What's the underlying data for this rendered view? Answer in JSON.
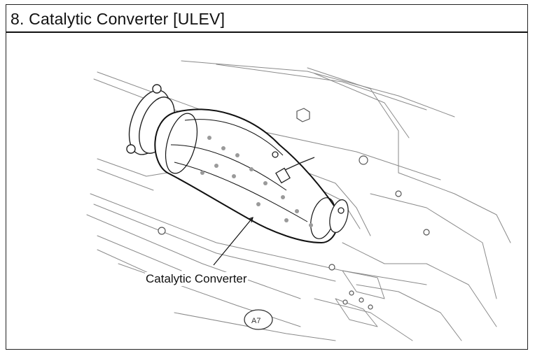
{
  "title": "8. Catalytic Converter [ULEV]",
  "diagram": {
    "callouts": [
      {
        "label": "Catalytic Converter"
      }
    ],
    "badge_text": "A7"
  }
}
